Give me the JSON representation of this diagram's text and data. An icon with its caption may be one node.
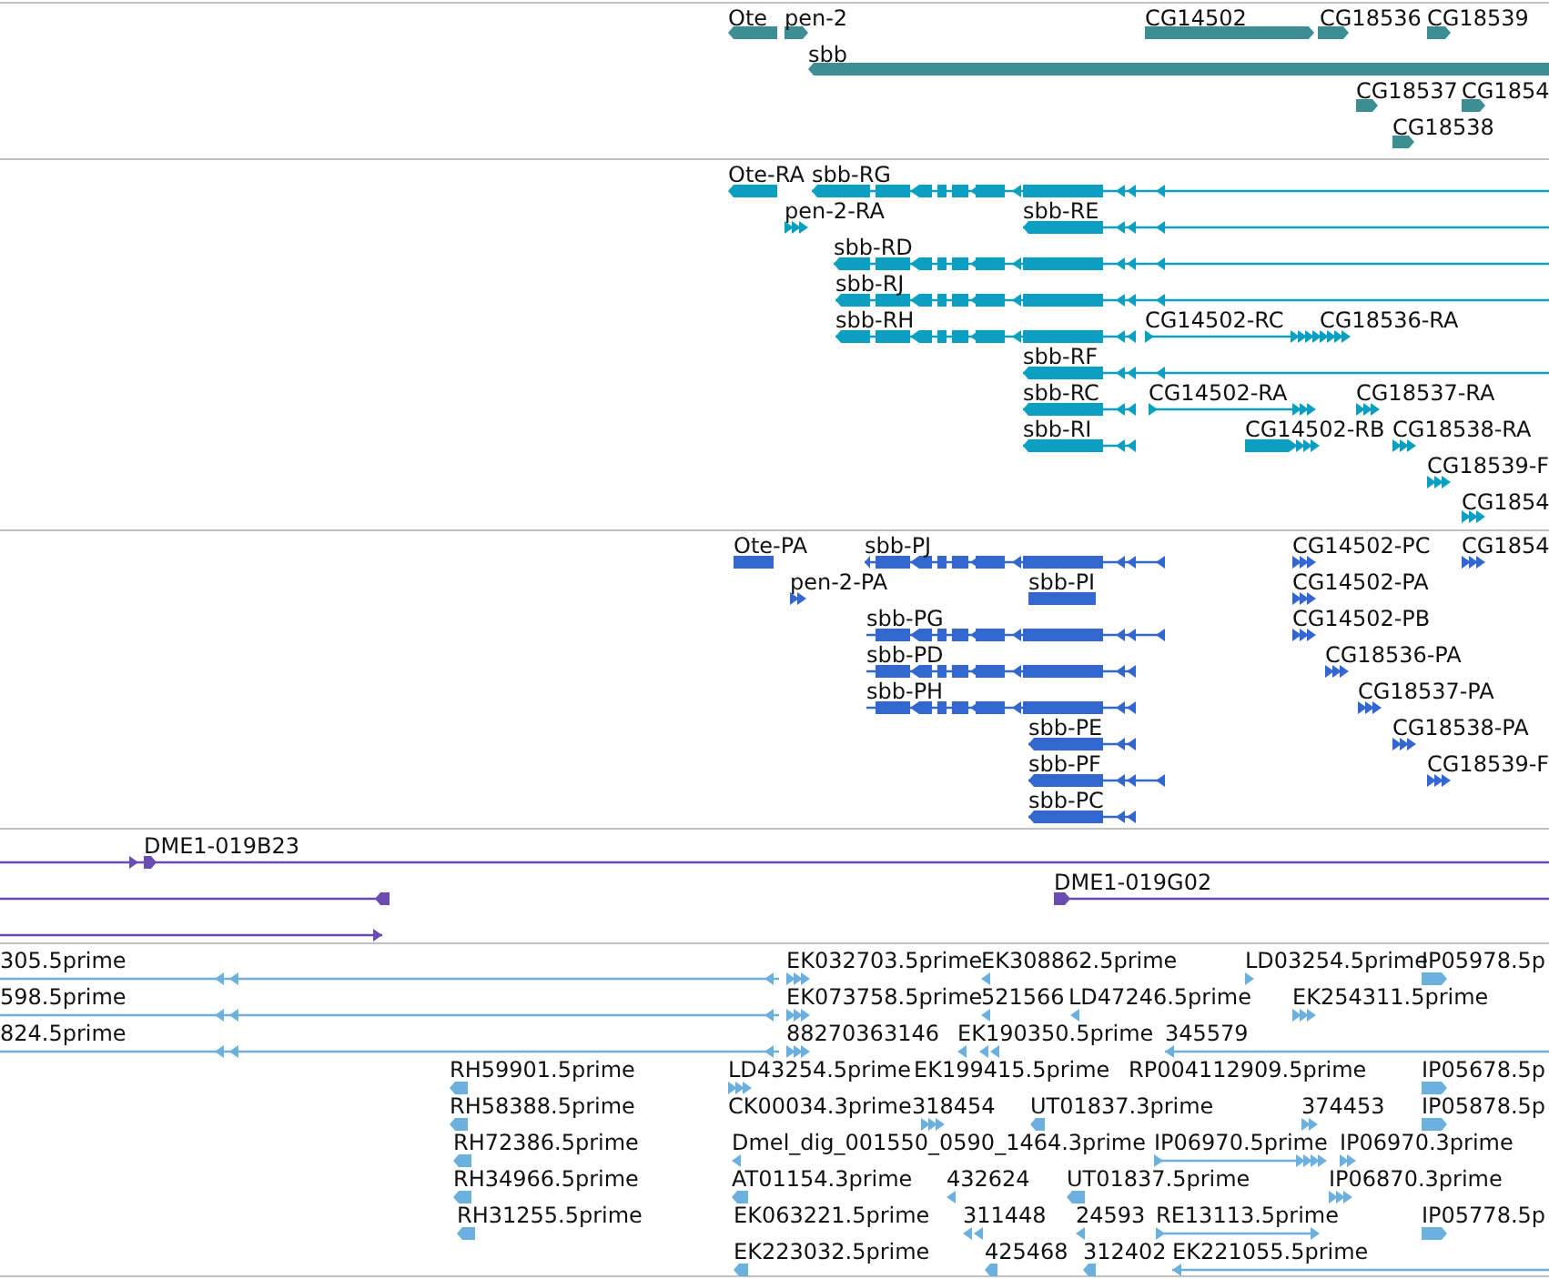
{
  "diagram": {
    "labels": [
      "Ote",
      "pen-2",
      "CG14502",
      "CG18536",
      "CG18539",
      "sbb",
      "CG18537",
      "CG1854",
      "CG18538",
      "Ote-RA",
      "sbb-RG",
      "pen-2-RA",
      "sbb-RE",
      "sbb-RD",
      "sbb-RJ",
      "sbb-RH",
      "CG14502-RC",
      "CG18536-RA",
      "sbb-RF",
      "sbb-RC",
      "CG14502-RA",
      "CG18537-RA",
      "sbb-RI",
      "CG14502-RB",
      "CG18538-RA",
      "CG18539-F",
      "CG1854",
      "Ote-PA",
      "sbb-PJ",
      "CG14502-PC",
      "CG1854",
      "pen-2-PA",
      "sbb-PI",
      "CG14502-PA",
      "sbb-PG",
      "CG14502-PB",
      "sbb-PD",
      "CG18536-PA",
      "sbb-PH",
      "CG18537-PA",
      "sbb-PE",
      "CG18538-PA",
      "sbb-PF",
      "CG18539-F",
      "sbb-PC",
      "DME1-019B23",
      "DME1-019G02",
      "305.5prime",
      "EK032703.5prime",
      "EK308862.5prime",
      "LD03254.5prime",
      "IP05978.5p",
      "598.5prime",
      "EK073758.5prime",
      "521566",
      "LD47246.5prime",
      "EK254311.5prime",
      "824.5prime",
      "88270363146",
      "EK190350.5prime",
      "345579",
      "RH59901.5prime",
      "LD43254.5prime",
      "EK199415.5prime",
      "RP004112909.5prime",
      "IP05678.5p",
      "RH58388.5prime",
      "CK00034.3prime",
      "318454",
      "UT01837.3prime",
      "374453",
      "IP05878.5p",
      "RH72386.5prime",
      "Dmel_dig_001550_0590_1464.3prime",
      "IP06970.5prime",
      "IP06970.3prime",
      "RH34966.5prime",
      "AT01154.3prime",
      "432624",
      "UT01837.5prime",
      "IP06870.3prime",
      "RH31255.5prime",
      "EK063221.5prime",
      "311448",
      "24593",
      "RE13113.5prime",
      "IP05778.5p",
      "EK223032.5prime",
      "425468",
      "312402",
      "EK221055.5prime"
    ]
  }
}
